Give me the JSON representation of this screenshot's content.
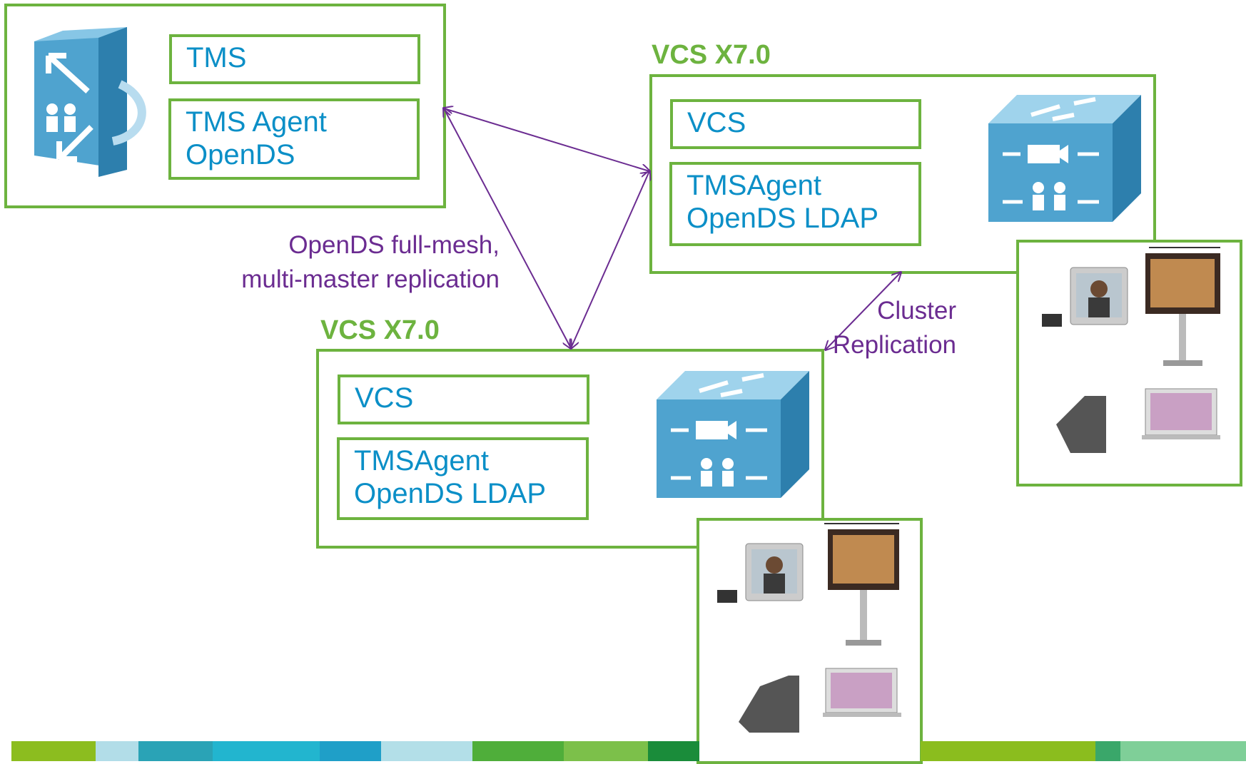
{
  "tms": {
    "box1": "TMS",
    "box2": "TMS Agent\nOpenDS"
  },
  "vcs_top": {
    "heading": "VCS X7.0",
    "box1": "VCS",
    "box2": "TMSAgent\nOpenDS LDAP"
  },
  "vcs_bottom": {
    "heading": "VCS X7.0",
    "box1": "VCS",
    "box2": "TMSAgent\nOpenDS LDAP"
  },
  "labels": {
    "replication": "OpenDS full-mesh,\nmulti-master replication",
    "cluster": "Cluster\nReplication"
  },
  "colors": {
    "frame": "#6db33f",
    "text_blue": "#0b8fc7",
    "label_purple": "#6b2c91",
    "device_blue": "#4fa3cf"
  },
  "icons": [
    "server-sync-icon",
    "vcs-switch-icon",
    "endpoint-devices-icon"
  ]
}
